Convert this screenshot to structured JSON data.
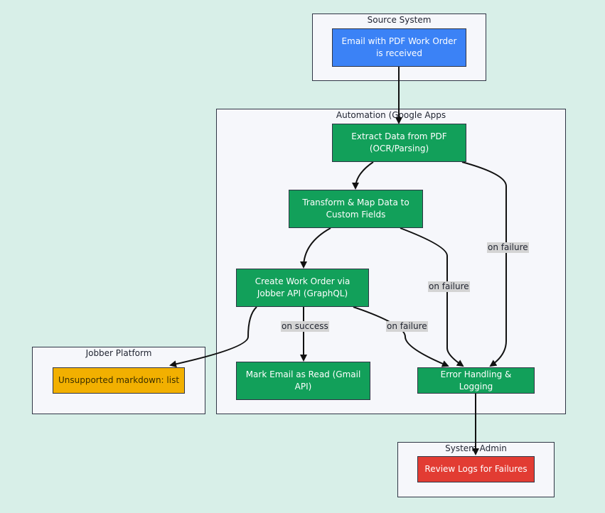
{
  "clusters": {
    "source": "Source System",
    "automation": "Automation (Google Apps",
    "jobber": "Jobber Platform",
    "admin": "System Admin"
  },
  "nodes": {
    "email": "Email with PDF Work Order is received",
    "extract": "Extract Data from PDF (OCR/Parsing)",
    "transform": "Transform & Map Data to Custom Fields",
    "create": "Create Work Order via Jobber API (GraphQL)",
    "mark": "Mark Email as Read (Gmail API)",
    "error": "Error Handling & Logging",
    "unsupported": "Unsupported markdown: list",
    "review": "Review Logs for Failures"
  },
  "edge_labels": {
    "failure_extract": "on failure",
    "failure_transform": "on failure",
    "failure_create": "on failure",
    "success_create": "on success"
  },
  "colors": {
    "source_node": "#3b82f6",
    "automation_node": "#12a05a",
    "jobber_node": "#f2b000",
    "admin_node": "#e23c33"
  }
}
